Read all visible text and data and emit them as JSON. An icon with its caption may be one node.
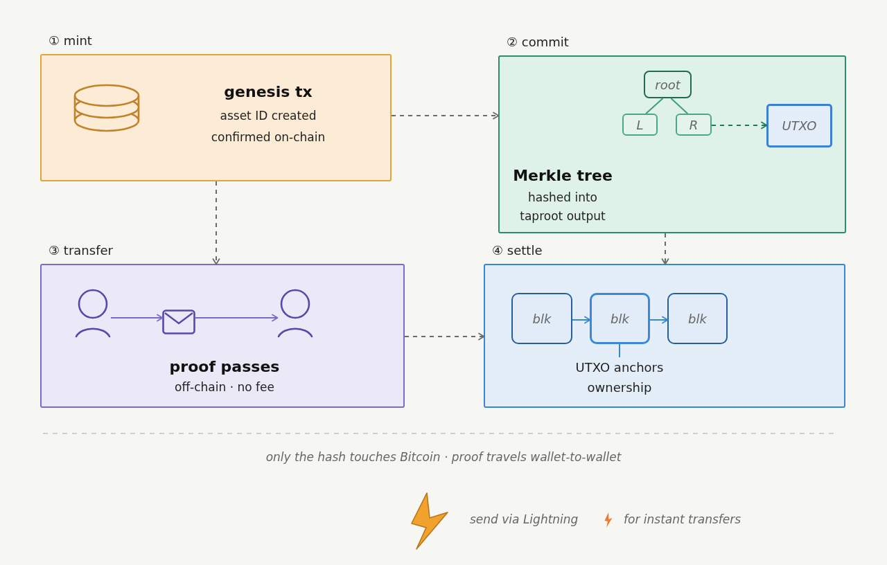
{
  "diagram": {
    "nodes": [
      {
        "text": [
          "① mint",
          "genesis tx",
          "asset ID created",
          "confirmed on-chain"
        ]
      },
      {
        "text": [
          "② commit",
          "Merkle tree",
          "hashed into taproot output"
        ]
      },
      {
        "text": [
          "root"
        ],
        "in": 1
      },
      {
        "text": [
          "L"
        ],
        "in": 1
      },
      {
        "text": [
          "R"
        ],
        "in": 1
      },
      {
        "text": [
          "UTXO"
        ],
        "in": 1
      },
      {
        "text": [
          "③ transfer",
          "proof passes",
          "off-chain · no fee"
        ]
      },
      {
        "text": [],
        "shape": "person",
        "in": 6
      },
      {
        "text": [],
        "shape": "envelope",
        "in": 6
      },
      {
        "text": [],
        "shape": "person",
        "in": 6
      },
      {
        "text": [
          "④ settle"
        ]
      },
      {
        "text": [
          "blk"
        ],
        "in": 10
      },
      {
        "text": [
          "blk"
        ],
        "in": 10
      },
      {
        "text": [
          "blk"
        ],
        "in": 10
      },
      {
        "text": [
          "UTXO anchors ownership"
        ],
        "in": 10
      }
    ],
    "edges": [
      {
        "from": 0,
        "to": 1,
        "arrow": "to",
        "style": "dashed"
      },
      {
        "from": 0,
        "to": 6,
        "arrow": "to",
        "style": "dashed"
      },
      {
        "from": 1,
        "to": 10,
        "arrow": "to",
        "style": "dashed"
      },
      {
        "from": 6,
        "to": 10,
        "arrow": "to",
        "style": "dashed"
      },
      {
        "from": 2,
        "to": 3,
        "arrow": "none",
        "color": "#3f9e78"
      },
      {
        "from": 2,
        "to": 4,
        "arrow": "none",
        "color": "#3f9e78"
      },
      {
        "from": 4,
        "to": 5,
        "arrow": "to",
        "style": "dashed",
        "color": "#1f7a55"
      },
      {
        "from": 7,
        "to": 8,
        "arrow": "to",
        "color": "#7a6cc9"
      },
      {
        "from": 8,
        "to": 9,
        "arrow": "to",
        "color": "#7a6cc9"
      },
      {
        "from": 11,
        "to": 12,
        "arrow": "to",
        "color": "#3a86d4"
      },
      {
        "from": 12,
        "to": 13,
        "arrow": "to",
        "color": "#3a86d4"
      },
      {
        "from": 14,
        "to": 12,
        "arrow": "none",
        "color": "#3a86d4"
      }
    ],
    "labels": [
      "only the hash touches Bitcoin · proof travels wallet-to-wallet",
      "send via Lightning",
      "for instant transfers"
    ]
  }
}
